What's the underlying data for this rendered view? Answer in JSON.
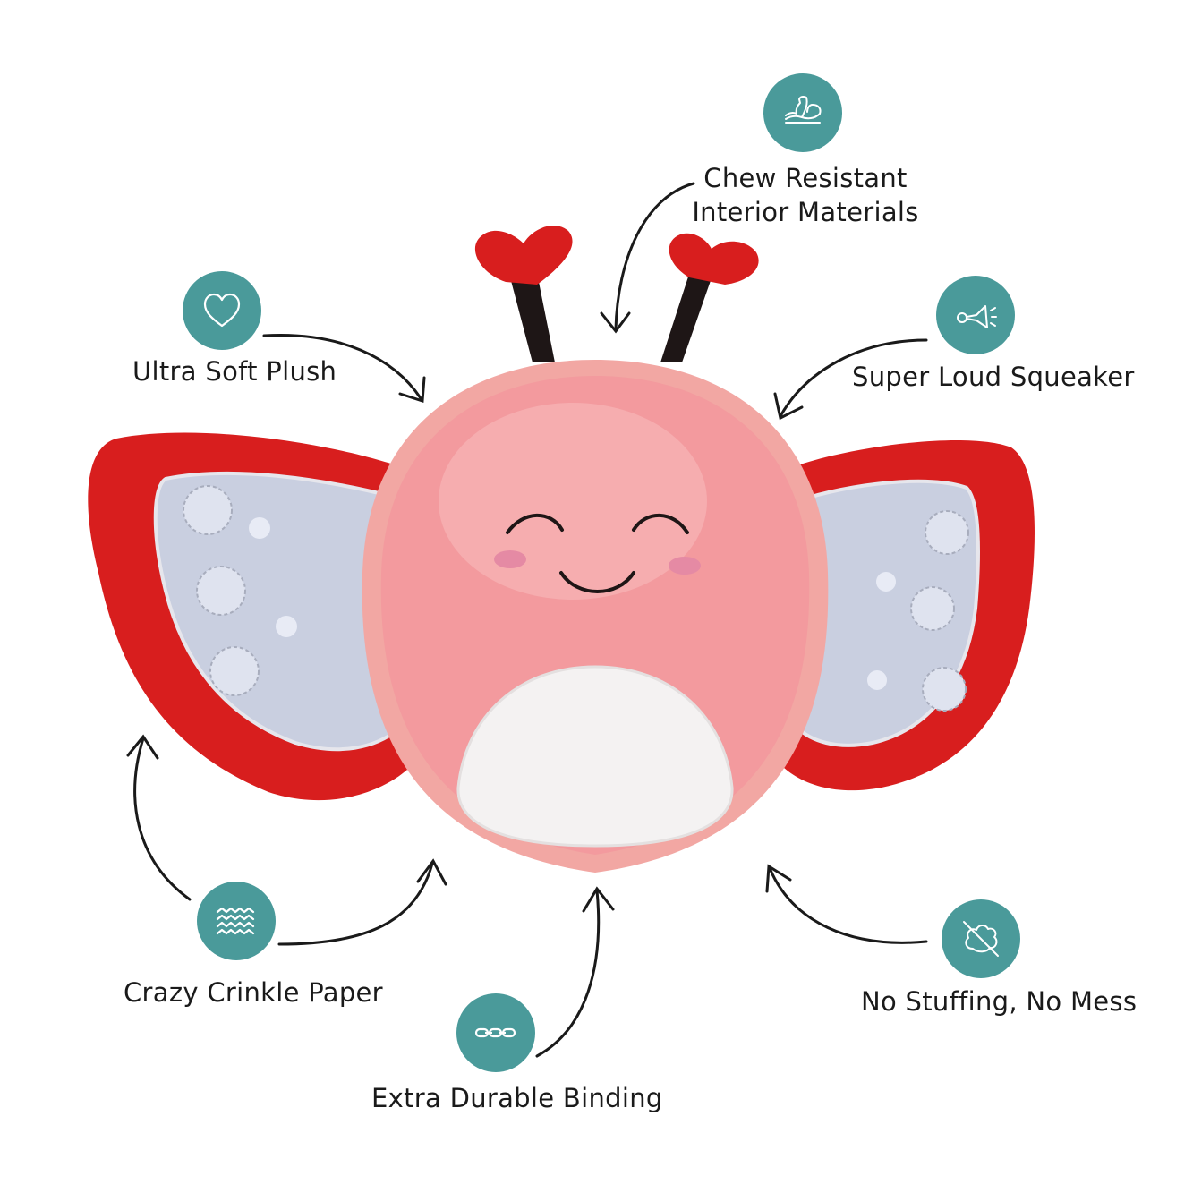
{
  "colors": {
    "badge": "#4a9a9a",
    "badge_line": "#ffffff",
    "wing_red": "#d81e1e",
    "wing_red_dark": "#b51515",
    "holo": "#c9cfe0",
    "body_pink": "#f39a9e",
    "body_light": "#f7b5b6",
    "binding": "#f2a7a3",
    "belly": "#f4f2f2",
    "antenna_black": "#1e1616",
    "cheek": "#e58aa4",
    "arrow": "#1a1a1a"
  },
  "features": {
    "chew": {
      "line1": "Chew Resistant",
      "line2": "Interior Materials",
      "icon": "flexed-arm-icon"
    },
    "plush": {
      "label": "Ultra Soft Plush",
      "icon": "heart-icon"
    },
    "squeaker": {
      "label": "Super Loud Squeaker",
      "icon": "horn-icon"
    },
    "crinkle": {
      "label": "Crazy Crinkle Paper",
      "icon": "waves-icon"
    },
    "binding": {
      "label": "Extra Durable Binding",
      "icon": "chain-icon"
    },
    "stuffing": {
      "label": "No Stuffing, No Mess",
      "icon": "no-cotton-icon"
    }
  }
}
